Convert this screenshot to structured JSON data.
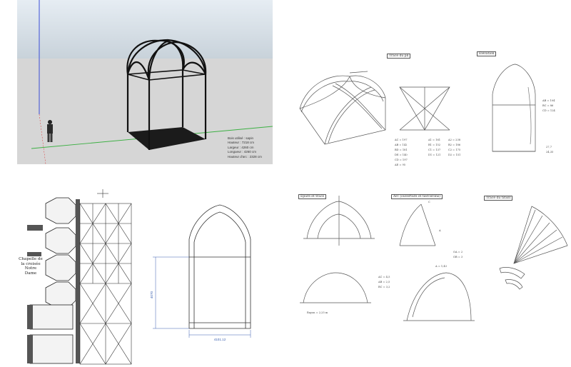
{
  "model_panel": {
    "info_lines": [
      "Bois utilisé : sapin",
      "Hauteur : 7218 cm",
      "Largeur : 4260 cm",
      "Longueur : 4260 cm",
      "Hauteur d'arc : 2328 cm"
    ]
  },
  "sketch_top": {
    "tags": [
      "Tracé du pli",
      "Élévation"
    ]
  },
  "plan_panel": {
    "handwritten_caption": "Chapelle de la croisée Notre Dame"
  },
  "cad_panel": {
    "dim_vertical": "4070",
    "dim_horizontal": "4101.12"
  },
  "sketch_bottom": {
    "tags": [
      "Épure et tracé",
      "Arc (ouverture et tiercerons)",
      "Tracé du tirant"
    ]
  }
}
